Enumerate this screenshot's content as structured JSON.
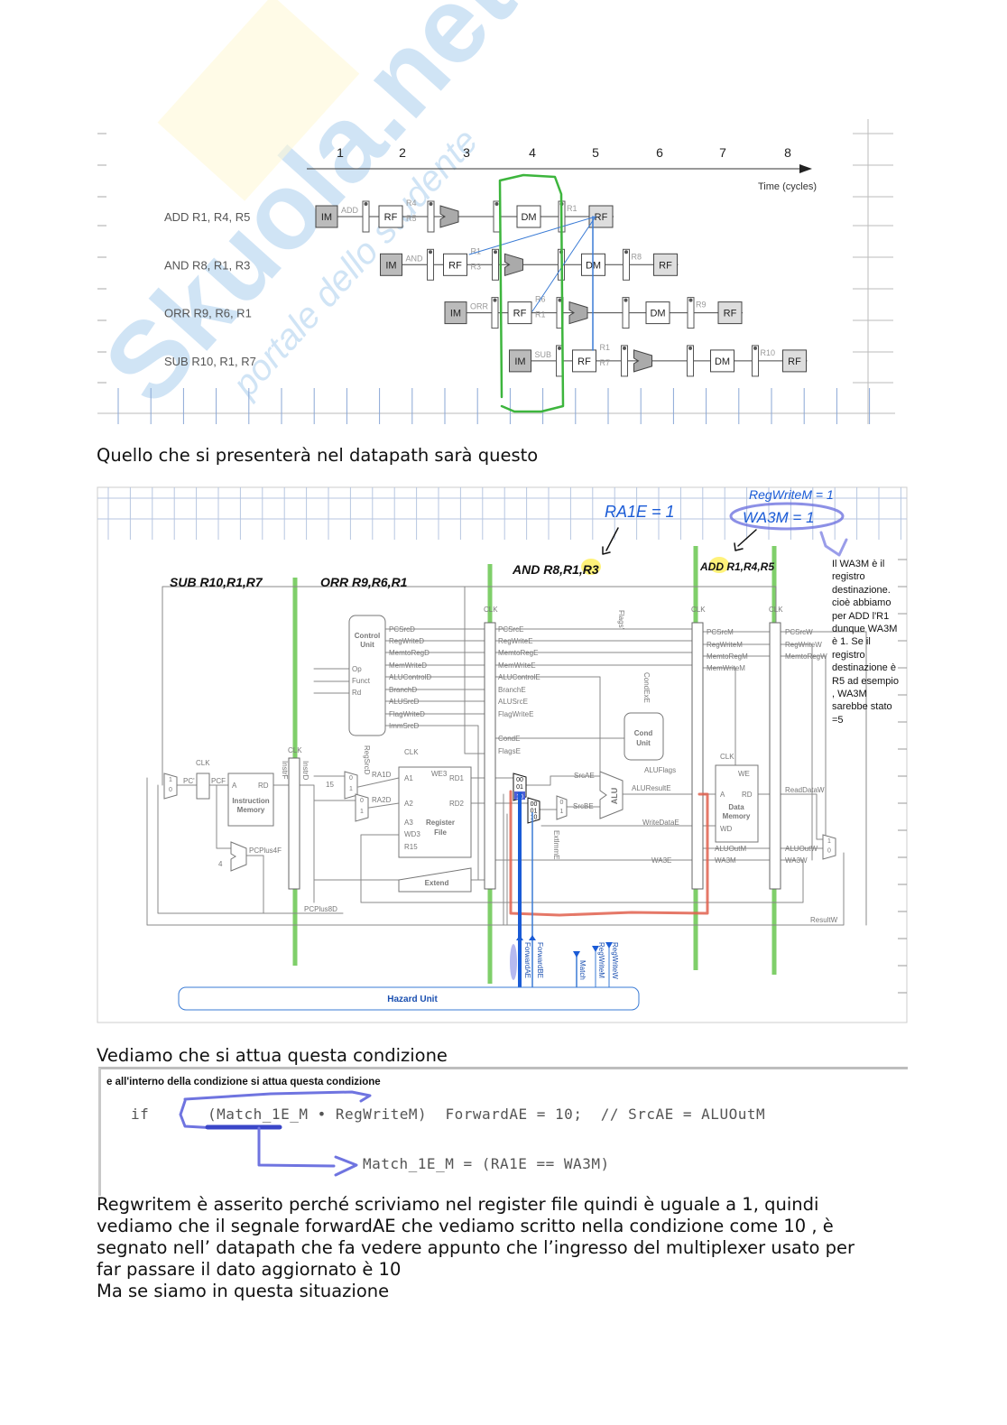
{
  "watermark": {
    "brand": "Skuola.net",
    "tagline": "portale dello studente"
  },
  "pipeline": {
    "cycles": [
      "1",
      "2",
      "3",
      "4",
      "5",
      "6",
      "7",
      "8"
    ],
    "time_label": "Time (cycles)",
    "stages": {
      "im": "IM",
      "rf": "RF",
      "dm": "DM"
    },
    "rows": [
      {
        "instr": "ADD R1, R4, R5",
        "op": "ADD",
        "src_a": "R4",
        "src_b": "R5",
        "dst": "R1"
      },
      {
        "instr": "AND R8, R1, R3",
        "op": "AND",
        "src_a": "R1",
        "src_b": "R3",
        "dst": "R8"
      },
      {
        "instr": "ORR R9, R6, R1",
        "op": "ORR",
        "src_a": "R6",
        "src_b": "R1",
        "dst": "R9"
      },
      {
        "instr": "SUB R10, R1, R7",
        "op": "SUB",
        "src_a": "R1",
        "src_b": "R7",
        "dst": "R10"
      }
    ]
  },
  "text": {
    "intro": "Quello che si presenterà nel datapath sarà questo",
    "condition_heading": "Vediamo che si attua questa condizione",
    "condition_box_title": "e all'interno della condizione  si attua questa condizione",
    "code_if": "if",
    "code_line1": "(Match_1E_M • RegWriteM)  ForwardAE = 10;  // SrcAE = ALUOutM",
    "code_line2": "Match_1E_M = (RA1E == WA3M)",
    "paragraph": [
      "Regwritem è asserito perché scriviamo nel register file quindi è uguale a 1, quindi",
      "vediamo che il segnale forwardAE che vediamo scritto nella condizione come 10 , è",
      "segnato nell’ datapath che fa vedere appunto che l’ingresso del multiplexer usato per",
      "far passare il dato aggiornato  è 10",
      "Ma se  siamo in questa situazione"
    ]
  },
  "datapath": {
    "handwritten": {
      "sub": "SUB R10,R1,R7",
      "orr": "ORR R9,R6,R1",
      "and": "AND R8,R1,R3",
      "add": "ADD R1,R4,R5",
      "ra1e": "RA1E = 1",
      "regwritem": "RegWriteM = 1",
      "wa3m": "WA3M = 1"
    },
    "note": "Il WA3M è  il registro destinazione. cioè abbiamo per ADD l'R1 dunque WA3M è 1. Se il registro destinazione è R5 ad esempio , WA3M sarebbe stato  =5",
    "blocks": {
      "control_unit": "Control Unit",
      "instruction_memory": "Instruction Memory",
      "register_file": "Register File",
      "data_memory": "Data Memory",
      "cond_unit": "Cond Unit",
      "extend": "Extend",
      "alu": "ALU",
      "hazard_unit": "Hazard Unit"
    },
    "control_d": [
      "PCSrcD",
      "RegWriteD",
      "MemtoRegD",
      "MemWriteD",
      "ALUControlD",
      "BranchD",
      "ALUSrcD",
      "FlagWriteD",
      "ImmSrcD"
    ],
    "control_e": [
      "PCSrcE",
      "RegWriteE",
      "MemtoRegE",
      "MemWriteE",
      "ALUControlE",
      "BranchE",
      "ALUSrcE",
      "FlagWriteE",
      "CondE",
      "FlagsE"
    ],
    "control_m": [
      "PCSrcM",
      "RegWriteM",
      "MemtoRegM",
      "MemWriteM"
    ],
    "control_w": [
      "PCSrcW",
      "RegWriteW",
      "MemtoRegW"
    ],
    "cu_inputs": [
      "Op",
      "Funct",
      "Rd"
    ],
    "signals": [
      "PC'",
      "PCF",
      "A",
      "RD",
      "PCPlus4F",
      "PCPlus8D",
      "4",
      "15",
      "RA1D",
      "RA2D",
      "A1",
      "A2",
      "A3",
      "WD3",
      "R15",
      "WE3",
      "RD1",
      "RD2",
      "SrcAE",
      "SrcBE",
      "ALUFlags",
      "ALUResultE",
      "WriteDataE",
      "WA3E",
      "ALUOutM",
      "WA3M",
      "WE",
      "A",
      "RD",
      "WD",
      "ReadDataW",
      "ALUOutW",
      "WA3W",
      "ResultW",
      "CLK",
      "CLK",
      "CLK",
      "CLK",
      "CLK",
      "CLK",
      "CLK"
    ],
    "vertical_signals": [
      "InstrF",
      "InstrD",
      "RegSrcD",
      "CondExE",
      "Flags'",
      "ExtImmE"
    ],
    "hazard_signals": [
      "ForwardAE",
      "ForwardBE",
      "Match",
      "RegWriteM",
      "RegWriteW"
    ],
    "mux_inputs": {
      "two": [
        "0",
        "1"
      ],
      "three": [
        "00",
        "01",
        "10"
      ]
    }
  },
  "colors": {
    "green": "#7fcf6a",
    "blue_pen": "#1a5bd6",
    "violet_pen": "#6f74e0",
    "red_path": "#e0604e",
    "highlight": "#fff27a",
    "hazard_border": "#3a7bd5"
  }
}
